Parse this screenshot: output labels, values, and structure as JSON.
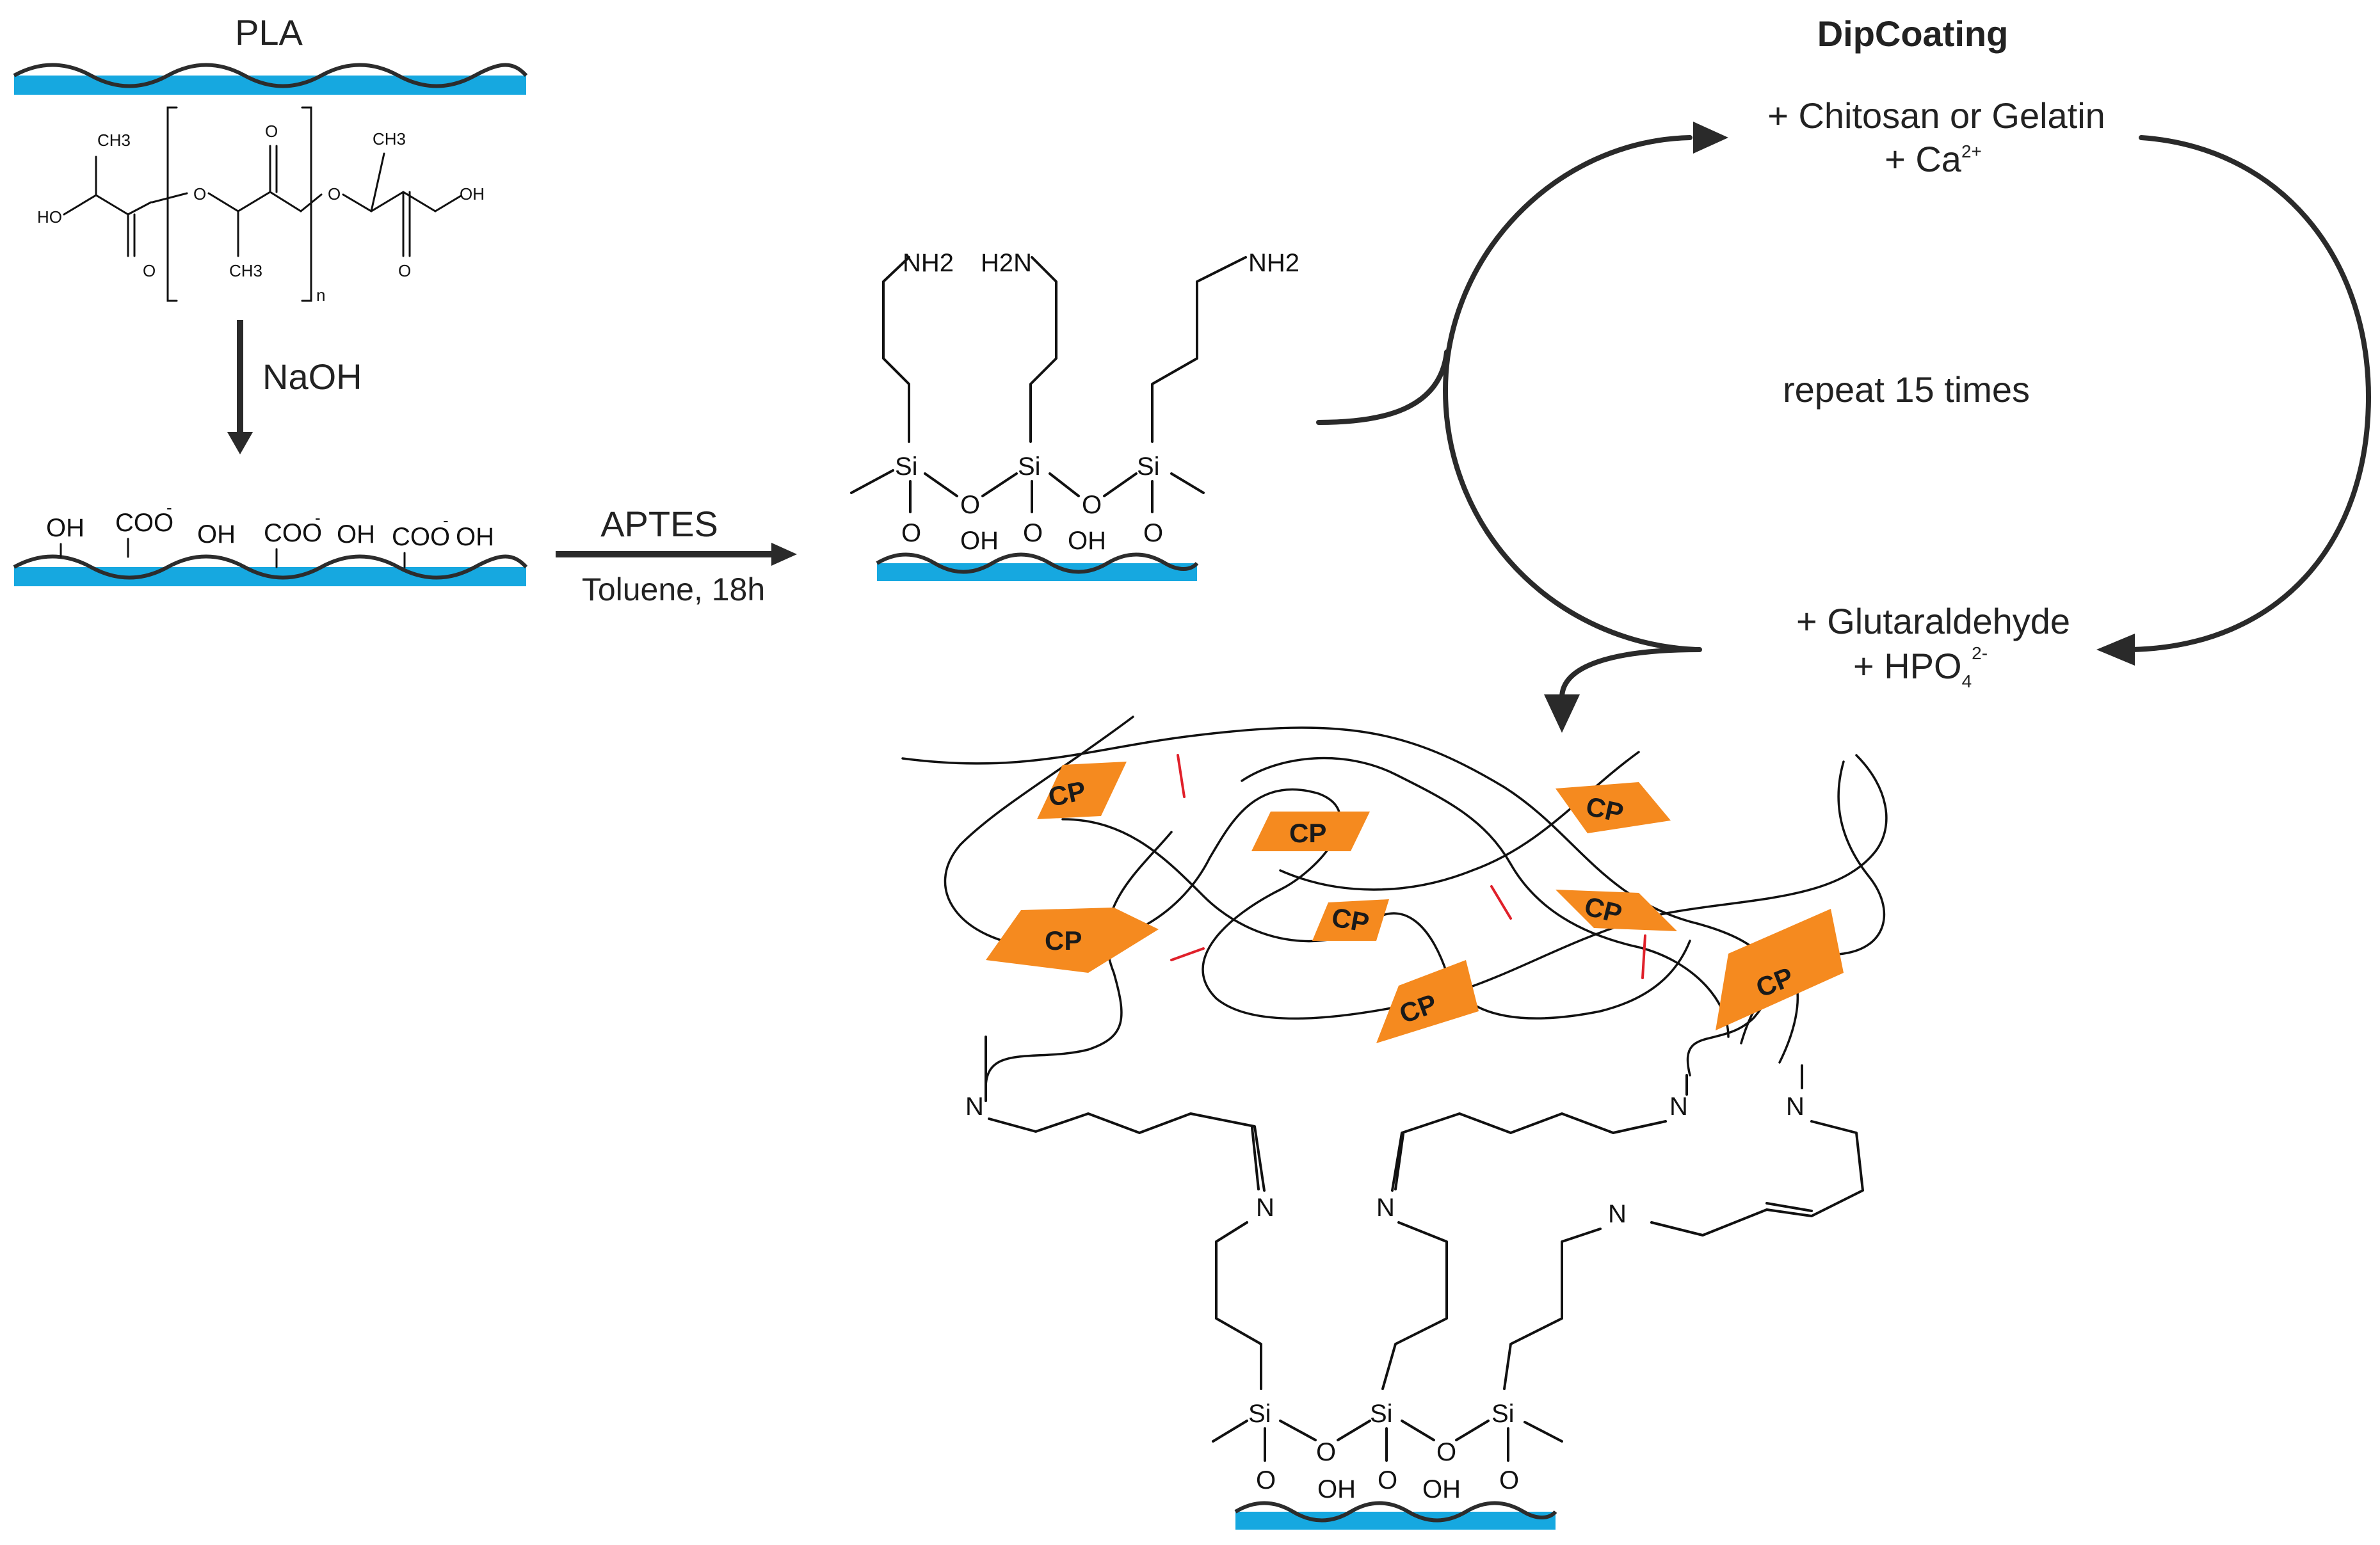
{
  "labels": {
    "pla": "PLA",
    "naoh": "NaOH",
    "aptes": "APTES",
    "toluene": "Toluene, 18h",
    "dipcoating": "DipCoating",
    "chitosan": "+ Chitosan or Gelatin",
    "calcium": "+ Ca",
    "calcium_charge": "2+",
    "repeat": "repeat 15 times",
    "glutaraldehyde": "+ Glutaraldehyde",
    "phosphate": "+ HPO",
    "phosphate_sub": "4",
    "phosphate_charge": "2-"
  },
  "pla_structure": {
    "ho": "HO",
    "oh": "OH",
    "ch3": "CH3",
    "o": "O",
    "n": "n"
  },
  "hydrolyzed_groups": [
    "OH",
    "COO",
    "OH",
    "COO",
    "OH",
    "COO",
    "OH"
  ],
  "silane": {
    "nh2": "NH2",
    "h2n": "H2N",
    "si": "Si",
    "o": "O",
    "oh": "OH",
    "n": "N"
  },
  "particle_label": "CP",
  "colors": {
    "substrate": "#16a8e0",
    "particle": "#f58a1f",
    "crosslink": "#e0202a",
    "line": "#111111"
  }
}
